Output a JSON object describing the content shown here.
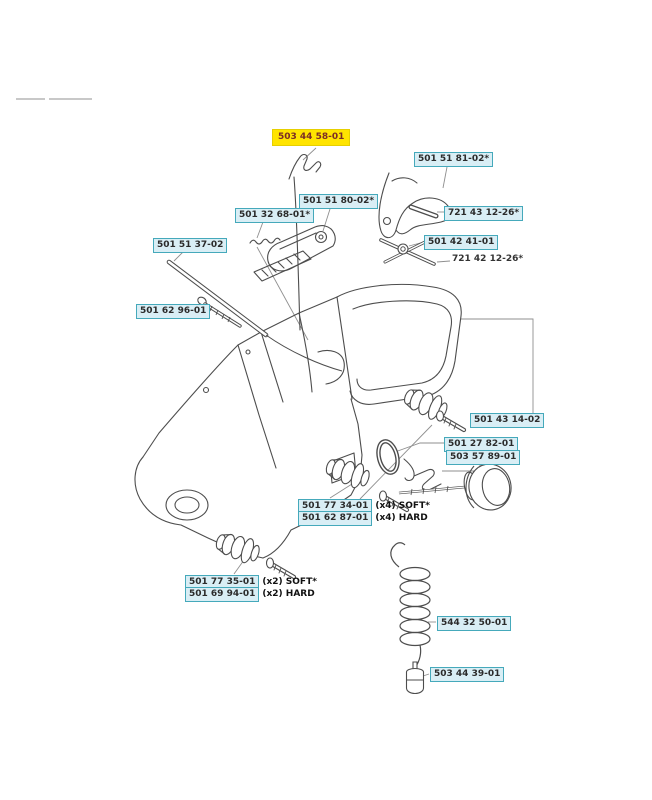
{
  "document": {
    "type": "exploded-parts-diagram",
    "subject": "chainsaw fuel tank / rear handle assembly"
  },
  "colors": {
    "label_border": "#45a9bb",
    "label_background": "#d9eef5",
    "highlight_background": "#ffe400",
    "highlight_text": "#7b2c26",
    "line_art": "#4d4d4d",
    "page_background": "#ffffff"
  },
  "parts": {
    "wire_link": {
      "number": "503 44 58-01",
      "highlighted": true
    },
    "throttle_trigger": {
      "number": "501 51 81-02*"
    },
    "trigger_pin": {
      "number": "721 43 12-26*"
    },
    "trigger_lockout": {
      "number": "501 51 80-02*"
    },
    "lockout_spring": {
      "number": "501 32 68-01*"
    },
    "choke_rod": {
      "number": "501 42 41-01"
    },
    "choke_pin": {
      "number": "721 42 12-26*"
    },
    "front_rod": {
      "number": "501 51 37-02"
    },
    "rod_screw": {
      "number": "501 62 96-01"
    },
    "tank_assembly": {
      "number": "501 43 14-02"
    },
    "o_ring": {
      "number": "501 27 82-01"
    },
    "cap_retainer": {
      "number": "503 57 89-01"
    },
    "buffer4_soft": {
      "number": "501 77 34-01",
      "suffix": "(x4) SOFT*"
    },
    "buffer4_hard": {
      "number": "501 62 87-01",
      "suffix": "(x4) HARD"
    },
    "buffer2_soft": {
      "number": "501 77 35-01",
      "suffix": "(x2) SOFT*"
    },
    "buffer2_hard": {
      "number": "501 69 94-01",
      "suffix": "(x2) HARD"
    },
    "fuel_hose": {
      "number": "544 32 50-01"
    },
    "fuel_filter": {
      "number": "503 44 39-01"
    }
  }
}
